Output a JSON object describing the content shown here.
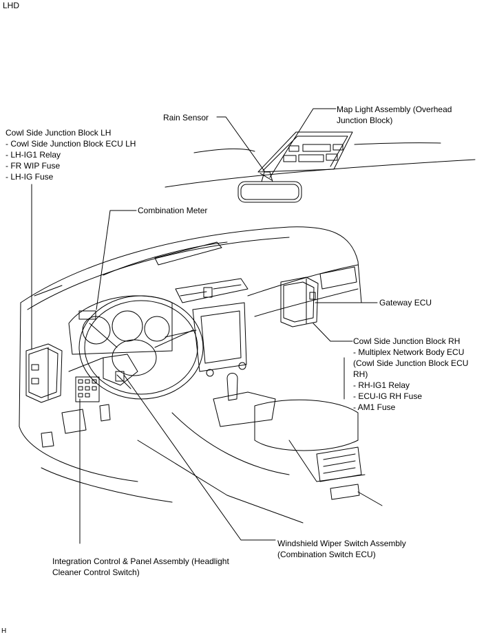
{
  "header": {
    "variant": "LHD"
  },
  "footer": {
    "code": "H"
  },
  "callouts": {
    "rain_sensor": {
      "lines": [
        "Rain Sensor"
      ]
    },
    "map_light": {
      "lines": [
        "Map Light Assembly (Overhead",
        "Junction Block)"
      ]
    },
    "cowl_lh": {
      "lines": [
        "Cowl Side Junction Block LH",
        "- Cowl Side Junction Block ECU LH",
        "- LH-IG1 Relay",
        "- FR WIP Fuse",
        "- LH-IG Fuse"
      ]
    },
    "combination_meter": {
      "lines": [
        "Combination Meter"
      ]
    },
    "gateway_ecu": {
      "lines": [
        "Gateway ECU"
      ]
    },
    "cowl_rh": {
      "lines": [
        "Cowl Side Junction Block RH",
        "- Multiplex Network Body ECU",
        "(Cowl Side Junction Block ECU",
        "RH)",
        "- RH-IG1 Relay",
        "- ECU-IG RH Fuse",
        "- AM1 Fuse"
      ]
    },
    "wiper_switch": {
      "lines": [
        "Windshield Wiper Switch Assembly",
        "(Combination Switch ECU)"
      ]
    },
    "integration_panel": {
      "lines": [
        "Integration Control & Panel Assembly (Headlight",
        "Cleaner Control Switch)"
      ]
    }
  },
  "colors": {
    "line": "#000000",
    "background": "#ffffff"
  }
}
